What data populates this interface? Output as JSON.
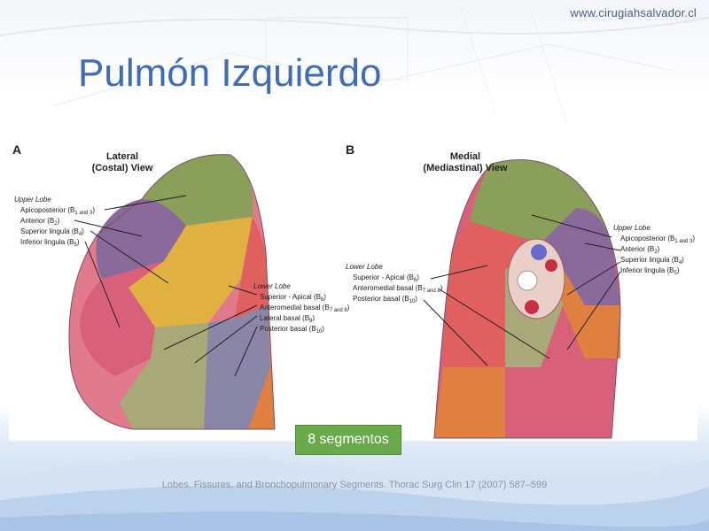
{
  "site_url": "www.cirugiahsalvador.cl",
  "title": "Pulmón Izquierdo",
  "panel_a": {
    "letter": "A",
    "view_line1": "Lateral",
    "view_line2": "(Costal) View",
    "upper_lobe_label": "Upper Lobe",
    "upper_segments": [
      {
        "text": "Apicoposterior (B",
        "sub": "1 and 3",
        "close": ")"
      },
      {
        "text": "Anterior (B",
        "sub": "2",
        "close": ")"
      },
      {
        "text": "Superior lingula (B",
        "sub": "4",
        "close": ")"
      },
      {
        "text": "Inferior lingula (B",
        "sub": "5",
        "close": ")"
      }
    ],
    "lower_lobe_label": "Lower Lobe",
    "lower_segments": [
      {
        "text": "Superior - Apical (B",
        "sub": "6",
        "close": ")"
      },
      {
        "text": "Anteromedial basal (B",
        "sub": "7 and 8",
        "close": ")"
      },
      {
        "text": "Lateral basal (B",
        "sub": "9",
        "close": ")"
      },
      {
        "text": "Posterior basal (B",
        "sub": "10",
        "close": ")"
      }
    ]
  },
  "panel_b": {
    "letter": "B",
    "view_line1": "Medial",
    "view_line2": "(Mediastinal) View",
    "lower_lobe_label": "Lower Lobe",
    "lower_segments": [
      {
        "text": "Superior - Apical (B",
        "sub": "6",
        "close": ")"
      },
      {
        "text": "Anteromedial basal (B",
        "sub": "7 and 8",
        "close": ")"
      },
      {
        "text": "Posterior basal (B",
        "sub": "10",
        "close": ")"
      }
    ],
    "upper_lobe_label": "Upper Lobe",
    "upper_segments": [
      {
        "text": "Apicoposterior (B",
        "sub": "1 and 3",
        "close": ")"
      },
      {
        "text": "Anterior (B",
        "sub": "2",
        "close": ")"
      },
      {
        "text": "Superior lingula (B",
        "sub": "4",
        "close": ")"
      },
      {
        "text": "Inferior lingula (B",
        "sub": "5",
        "close": ")"
      }
    ]
  },
  "badge_label": "8 segmentos",
  "citation": "Lobes, Fissures, and Bronchopulmonary  Segments. Thorac Surg Clin 17 (2007) 587–599",
  "colors": {
    "title": "#3f6cb6",
    "badge": "#6aaa4a",
    "apicoposterior": "#8aa05a",
    "anterior": "#8a6a9a",
    "superior_lingula": "#e0b040",
    "inferior_lingula": "#d8607a",
    "superior_apical": "#e06060",
    "anteromedial_basal": "#a8a878",
    "lateral_basal": "#8a86a8",
    "posterior_basal": "#e08040"
  }
}
